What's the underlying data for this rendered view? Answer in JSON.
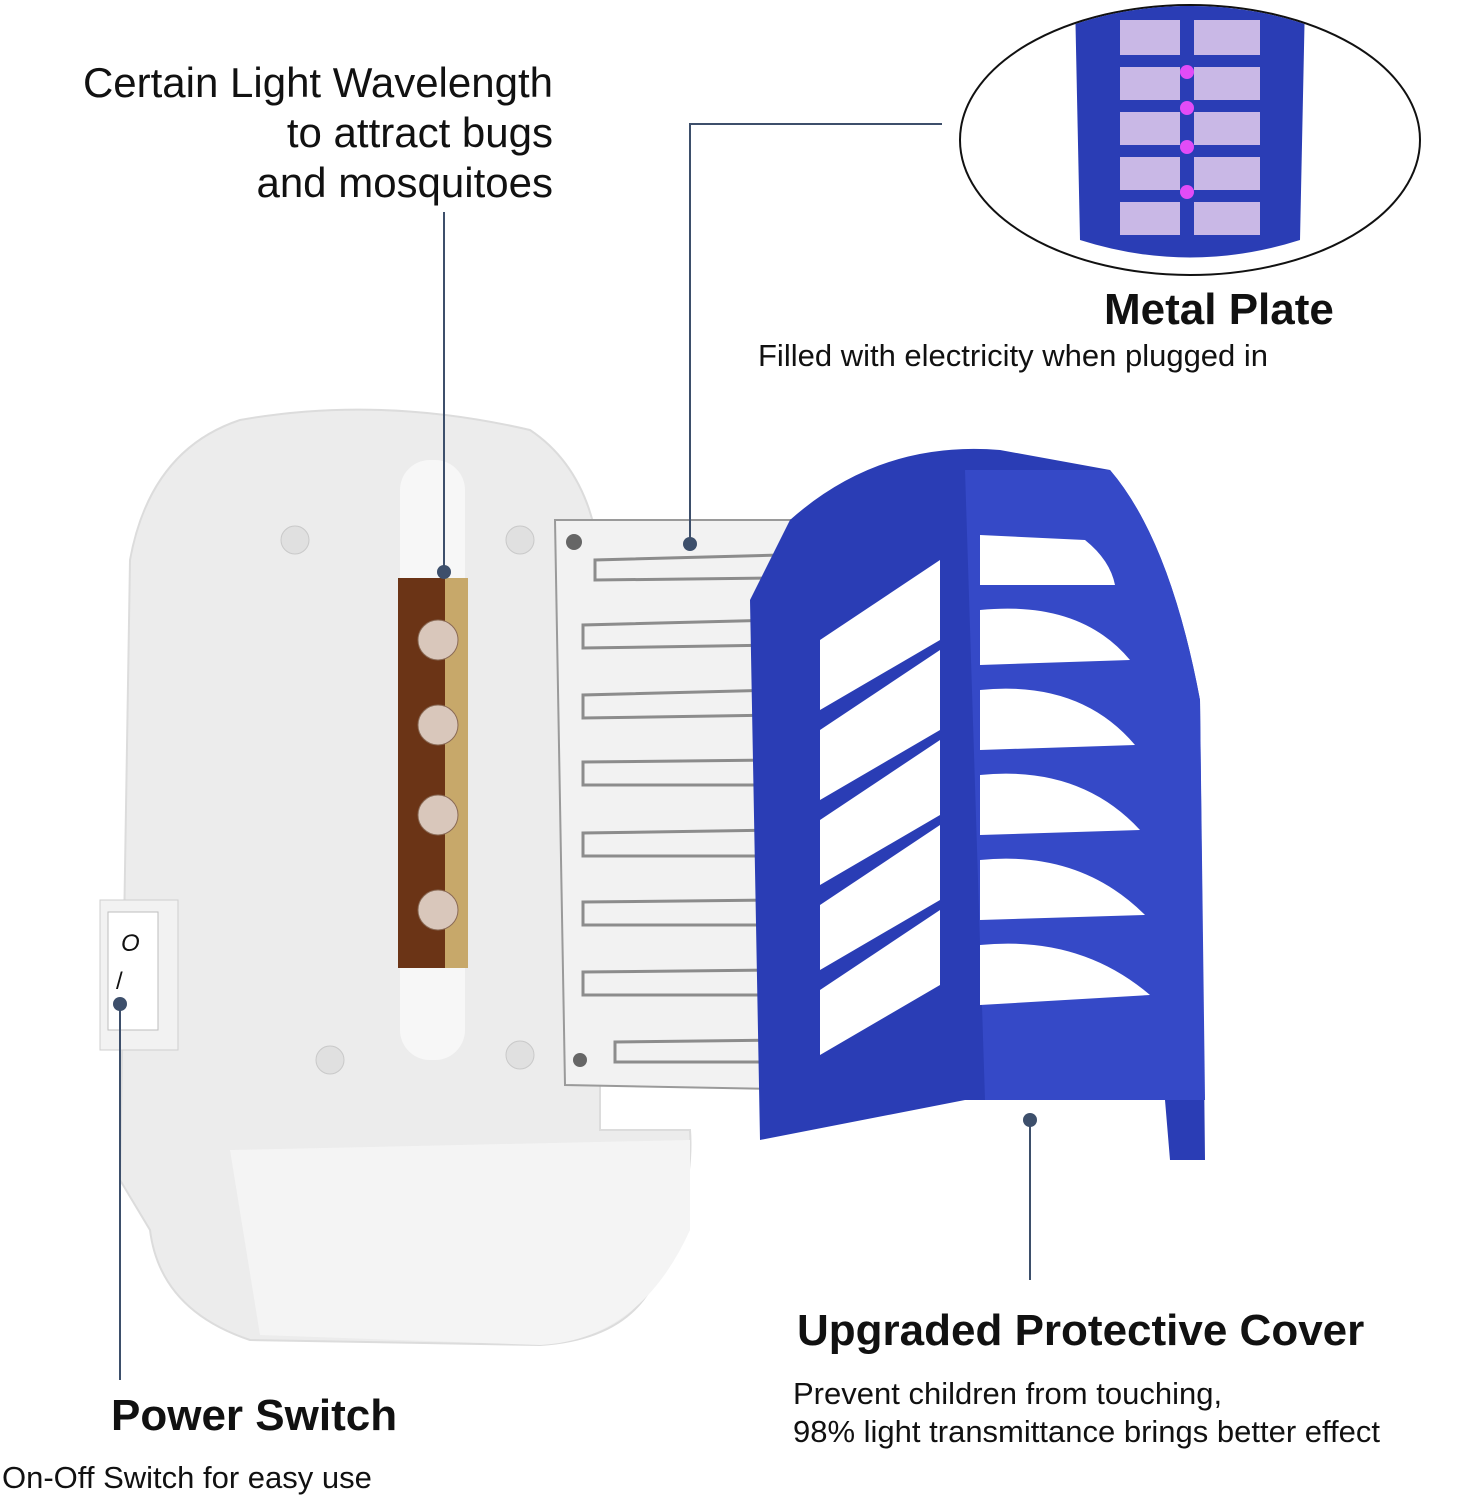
{
  "light_callout": {
    "lines": [
      "Certain Light Wavelength",
      "to attract bugs",
      "and mosquitoes"
    ]
  },
  "metal_plate": {
    "title": "Metal Plate",
    "description": "Filled with electricity when plugged in"
  },
  "cover": {
    "title": "Upgraded Protective Cover",
    "lines": [
      "Prevent children from touching,",
      "98% light transmittance brings better effect"
    ]
  },
  "power_switch": {
    "title": "Power Switch",
    "description": "On-Off Switch for easy use",
    "switch_labels": [
      "O",
      "/"
    ]
  },
  "colors": {
    "cover_blue": "#2a3db5",
    "leader_line": "#3d4f6b",
    "led_purple": "#d63cf0"
  }
}
